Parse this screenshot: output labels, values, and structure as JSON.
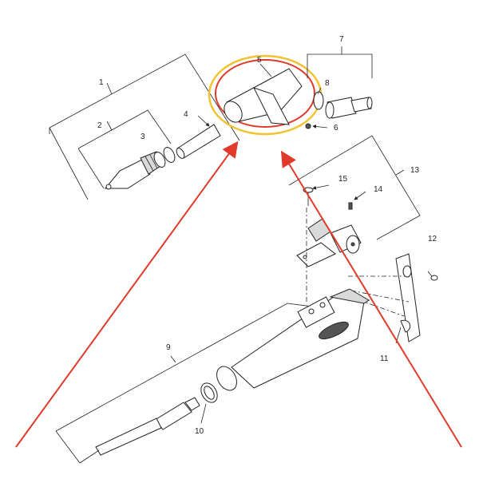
{
  "callouts": {
    "c1": "1",
    "c2": "2",
    "c3": "3",
    "c4": "4",
    "c5": "5",
    "c6": "6",
    "c7": "7",
    "c8": "8",
    "c9": "9",
    "c10": "10",
    "c11": "11",
    "c12": "12",
    "c13": "13",
    "c14": "14",
    "c15": "15"
  },
  "colors": {
    "highlight_outer": "#f2c230",
    "highlight_inner": "#e03a2a",
    "arrows": "#e03a2a",
    "lines": "#222222"
  }
}
